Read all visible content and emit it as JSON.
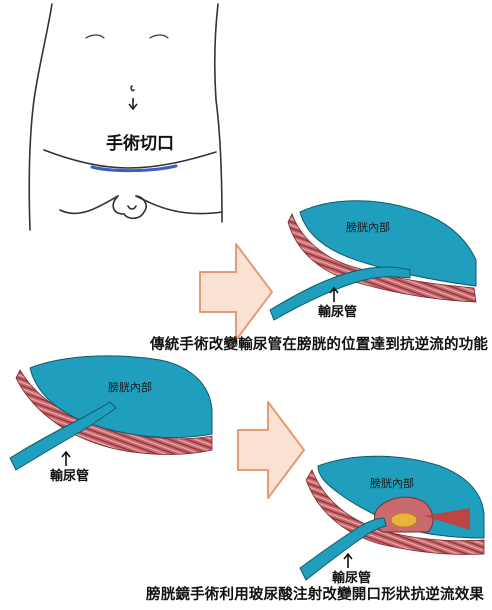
{
  "labels": {
    "incision": "手術切口",
    "bladder_interior": "膀胱內部",
    "ureter": "輸尿管",
    "caption_traditional": "傳統手術改變輸尿管在膀胱的位置達到抗逆流的功能",
    "caption_endoscopic": "膀胱鏡手術利用玻尿酸注射改變開口形狀抗逆流效果"
  },
  "colors": {
    "bladder": "#1f9fbd",
    "wall_muscle": "#c4636a",
    "arrow_fill": "#fbe3d3",
    "arrow_stroke": "#e79a74",
    "injection": "#e8b53a",
    "injection_ray": "#d9342b"
  }
}
